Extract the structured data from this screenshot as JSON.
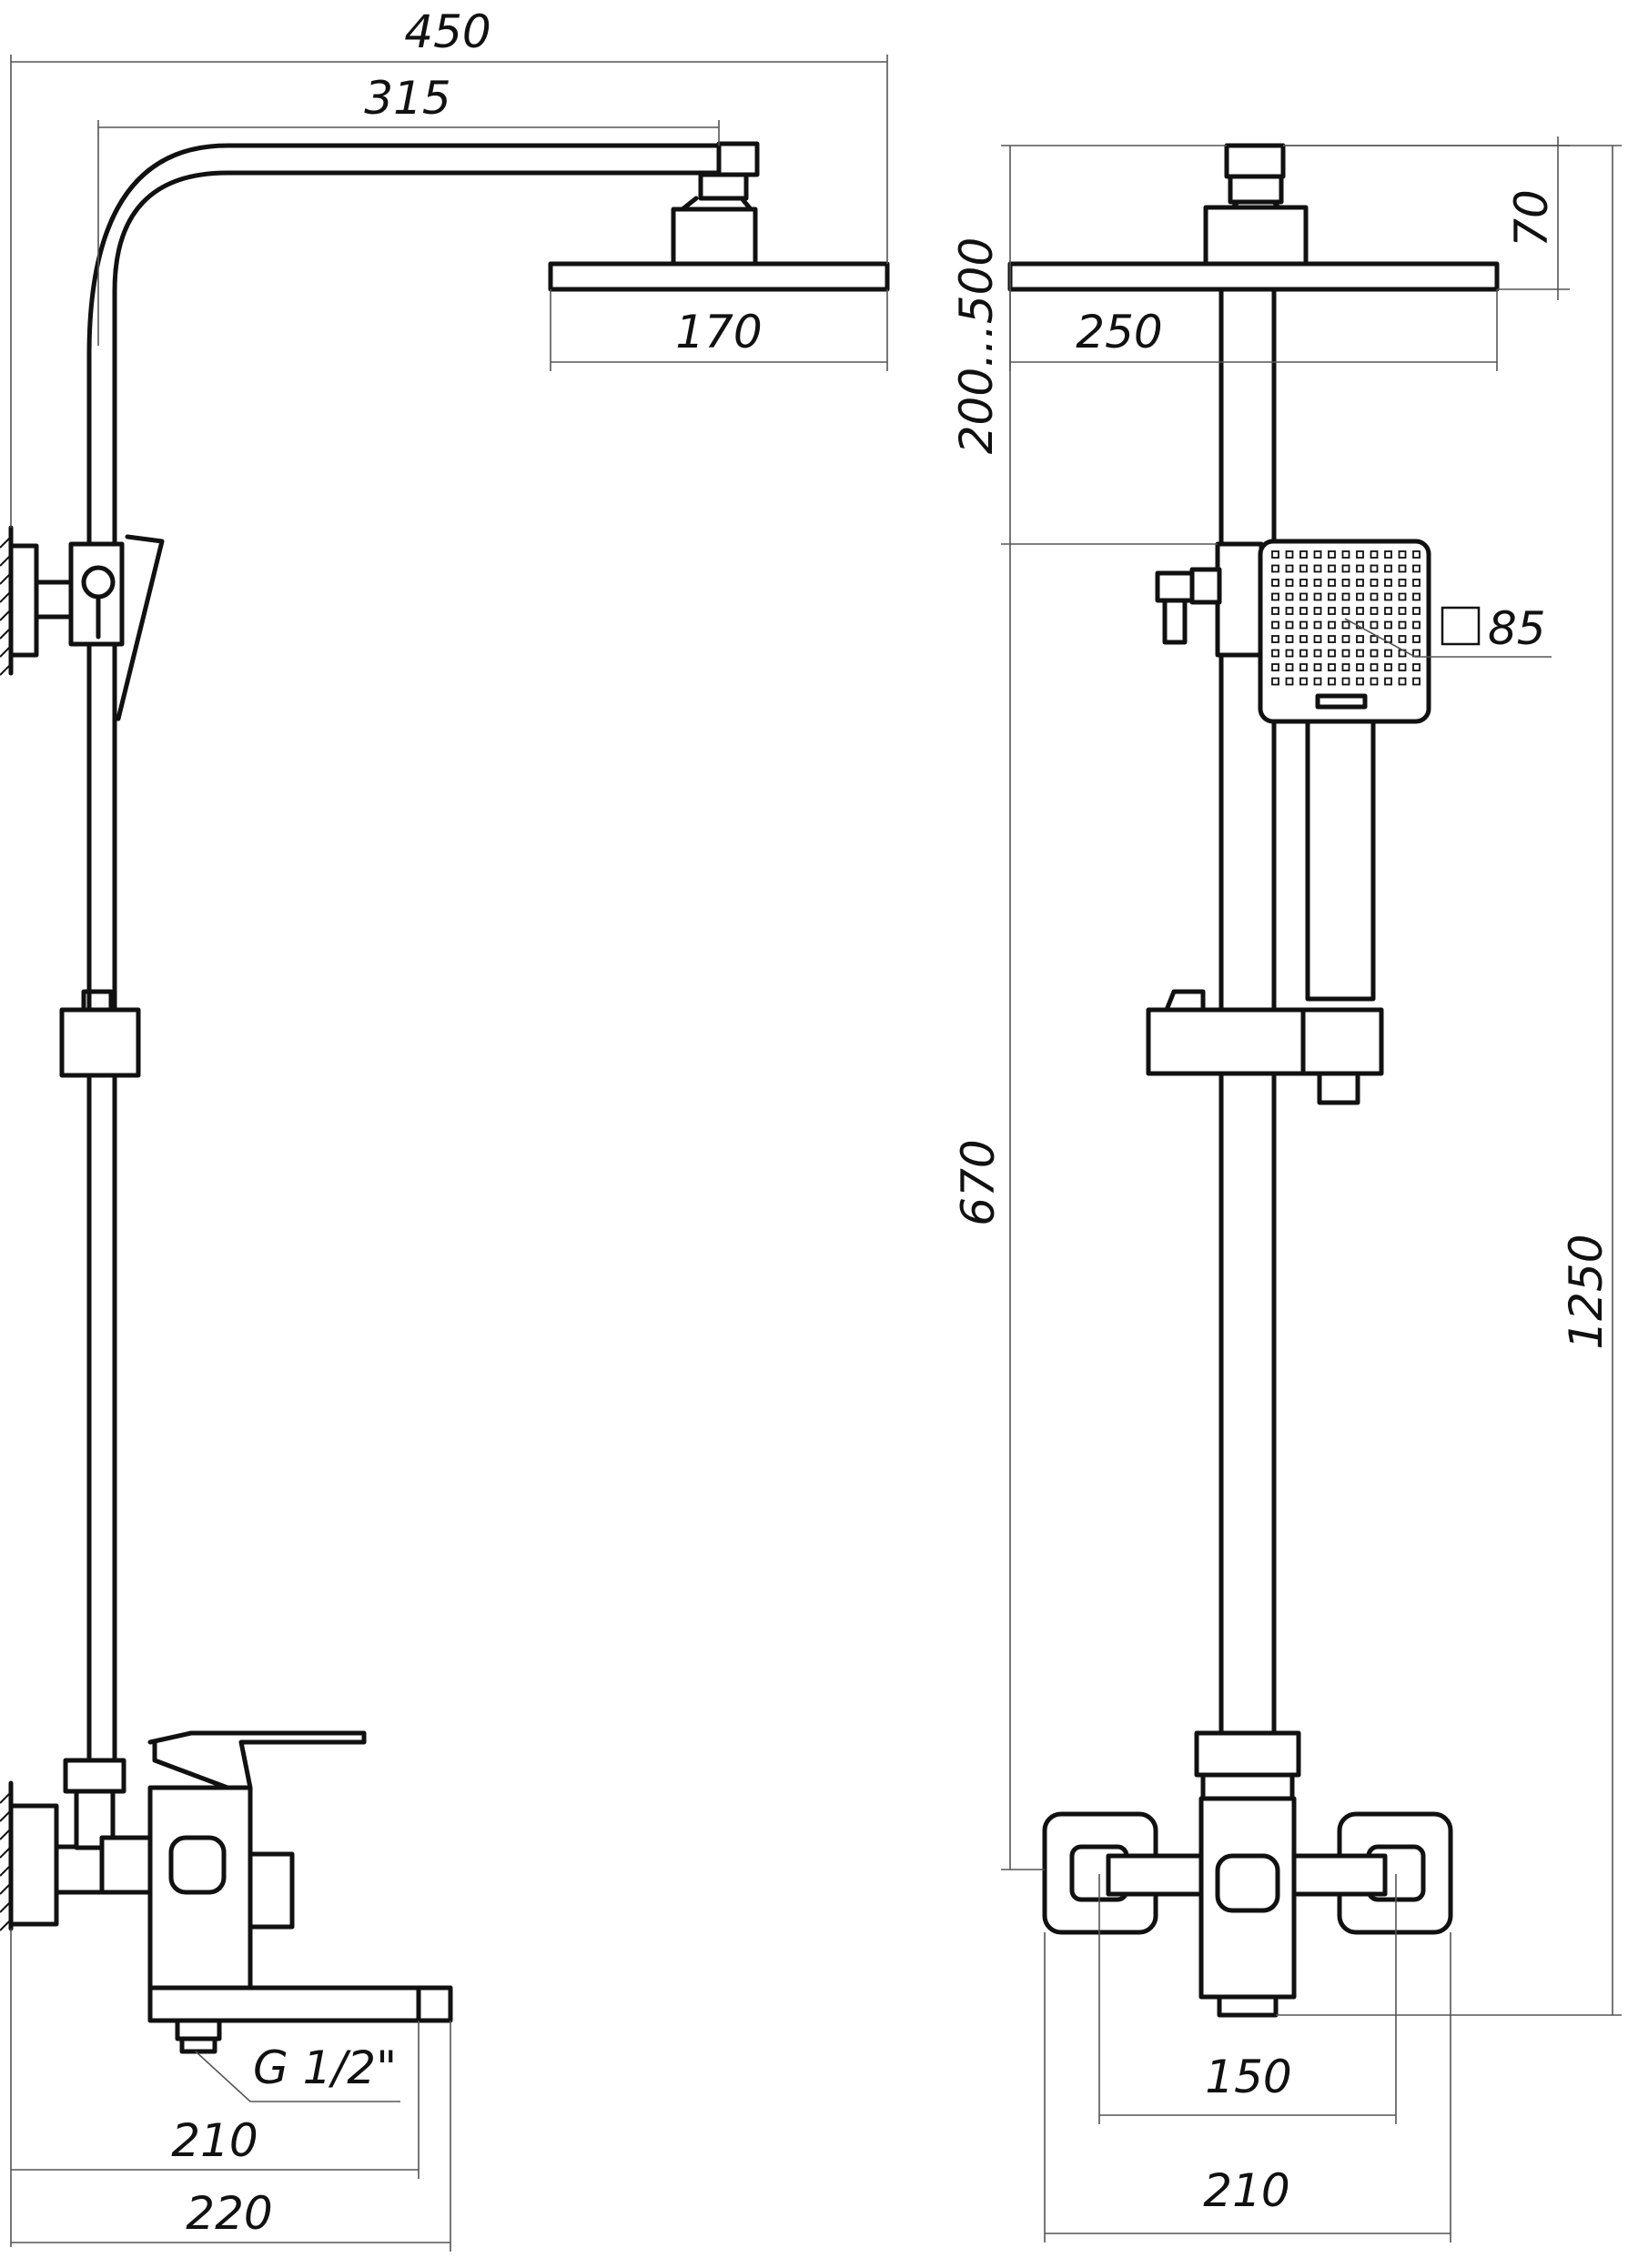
{
  "dimensions": {
    "side_total_width": "450",
    "side_arm_length": "315",
    "side_head_diameter": "170",
    "side_connection": "G 1/2\"",
    "side_mixer_width": "210",
    "side_spout_width": "220",
    "front_head_height": "70",
    "front_head_width": "250",
    "front_arm_adjust": "200...500",
    "front_hand_shower_size": "85",
    "front_rail_length": "670",
    "front_total_height": "1250",
    "front_inlet_spacing": "150",
    "front_mixer_width": "210"
  }
}
